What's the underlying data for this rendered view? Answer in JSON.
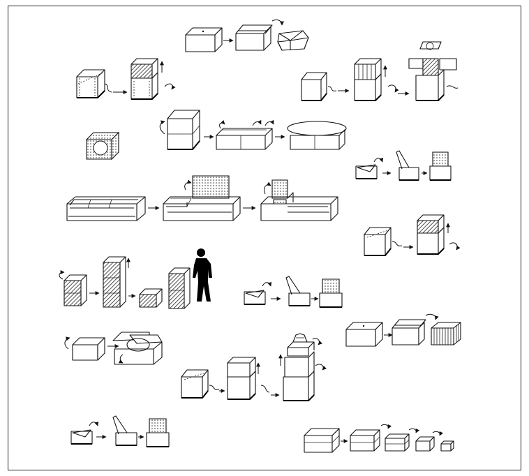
{
  "figure": {
    "description_text": "",
    "colors": {
      "ink": "#111111",
      "background": "#ffffff",
      "frame": "#222222"
    },
    "icons": [
      "box-unfolding-sequence",
      "cube-stacking-sequence",
      "sofa-transformation-sequence",
      "chair-folding-sequence",
      "human-silhouette-scale-figure",
      "nesting-boxes-sequence"
    ]
  }
}
